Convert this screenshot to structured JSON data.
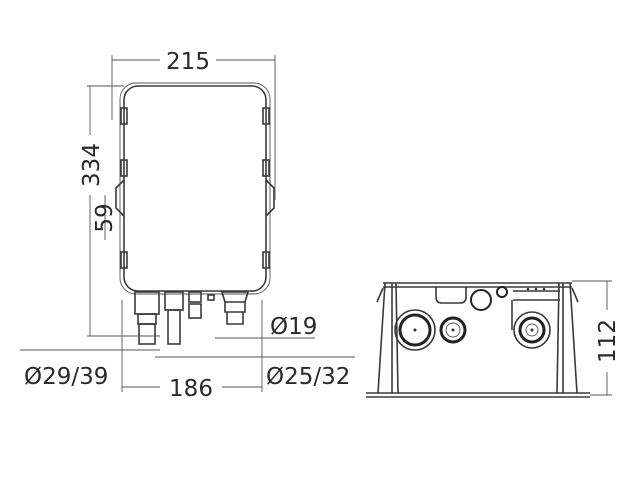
{
  "drawing": {
    "front_view": {
      "width_label": "215",
      "height_label": "334",
      "bracket_label": "59",
      "outlet_small_label": "Ø19",
      "inlet_large_label": "Ø29/39",
      "base_width_label": "186",
      "inlet_medium_label": "Ø25/32"
    },
    "side_view": {
      "height_label": "112"
    }
  }
}
